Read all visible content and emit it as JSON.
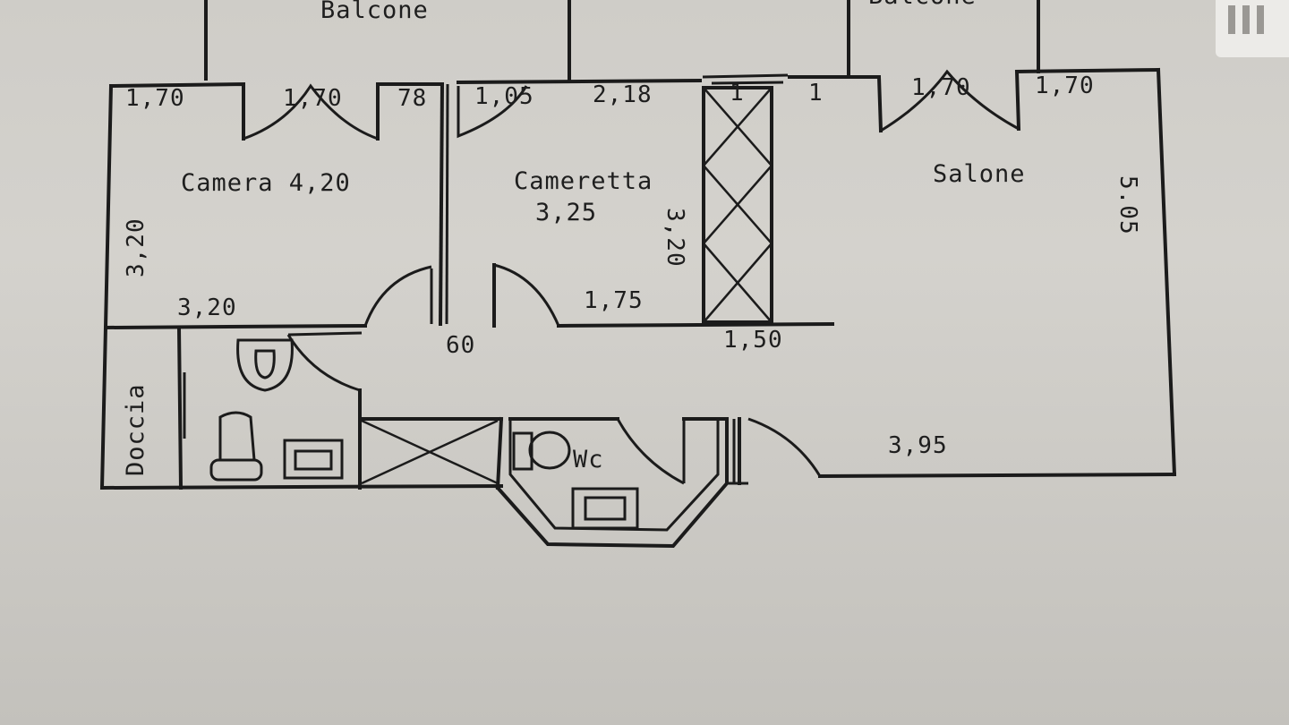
{
  "rooms": {
    "balcone_left": "Balcone",
    "balcone_right": "Balcone",
    "camera": "Camera 4,20",
    "cameretta": "Cameretta",
    "cameretta_size": "3,25",
    "salone": "Salone",
    "doccia": "Doccia",
    "wc": "Wc"
  },
  "dimensions": {
    "d_170_a": "1,70",
    "d_170_b": "1,70",
    "d_78": "78",
    "d_105": "1,05",
    "d_218": "2,18",
    "d_1_a": "1",
    "d_1_b": "1",
    "d_170_c": "1,70",
    "d_170_d": "1,70",
    "d_320_left": "3,20",
    "d_320_bottom": "3,20",
    "d_320_right": "3,20",
    "d_175": "1,75",
    "d_60": "60",
    "d_150": "1,50",
    "d_395": "3,95",
    "d_505": "5.05"
  },
  "colors": {
    "paper": "#cfcdc8",
    "ink": "#1b1b1b"
  }
}
